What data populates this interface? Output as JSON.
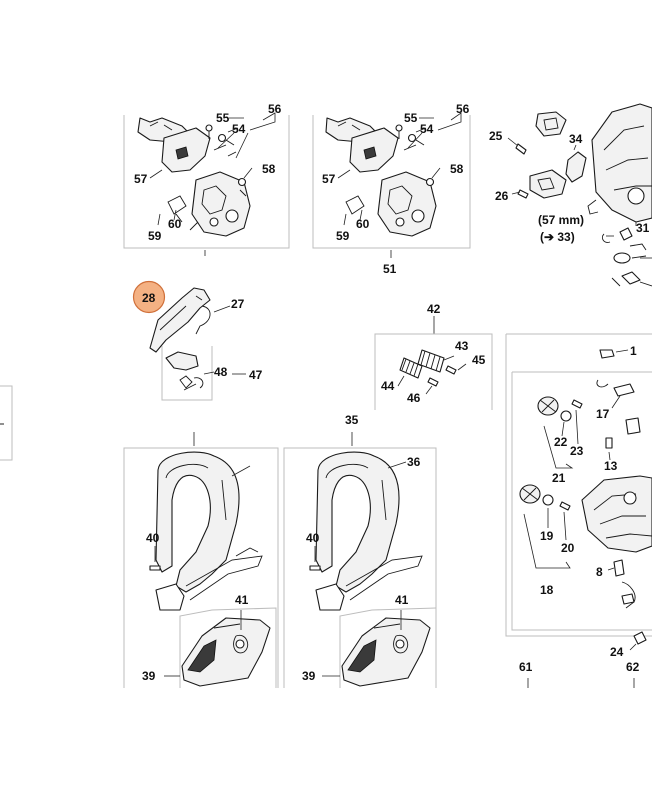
{
  "accent_color": "#f4b183",
  "accent_stroke": "#d0703a",
  "labels": {
    "l55a": "55",
    "l54a": "54",
    "l57a": "57",
    "l58a": "58",
    "l59a": "59",
    "l60a": "60",
    "l55b": "55",
    "l54b": "54",
    "l57b": "57",
    "l58b": "58",
    "l59b": "59",
    "l60b": "60",
    "l51": "51",
    "l25": "25",
    "l34": "34",
    "l26": "26",
    "l57mm": "(57 mm)",
    "l33": "(➔ 33)",
    "l31": "31",
    "l28": "28",
    "l27": "27",
    "l48": "48",
    "l47": "47",
    "l42": "42",
    "l43": "43",
    "l44": "44",
    "l45": "45",
    "l46": "46",
    "l1": "1",
    "l17": "17",
    "l22": "22",
    "l23": "23",
    "l13": "13",
    "l21": "21",
    "l19": "19",
    "l20": "20",
    "l18": "18",
    "l8": "8",
    "l35": "35",
    "l36": "36",
    "l40a": "40",
    "l41a": "41",
    "l39a": "39",
    "l40b": "40",
    "l41b": "41",
    "l39b": "39",
    "l24": "24",
    "l61": "61",
    "l62": "62"
  }
}
